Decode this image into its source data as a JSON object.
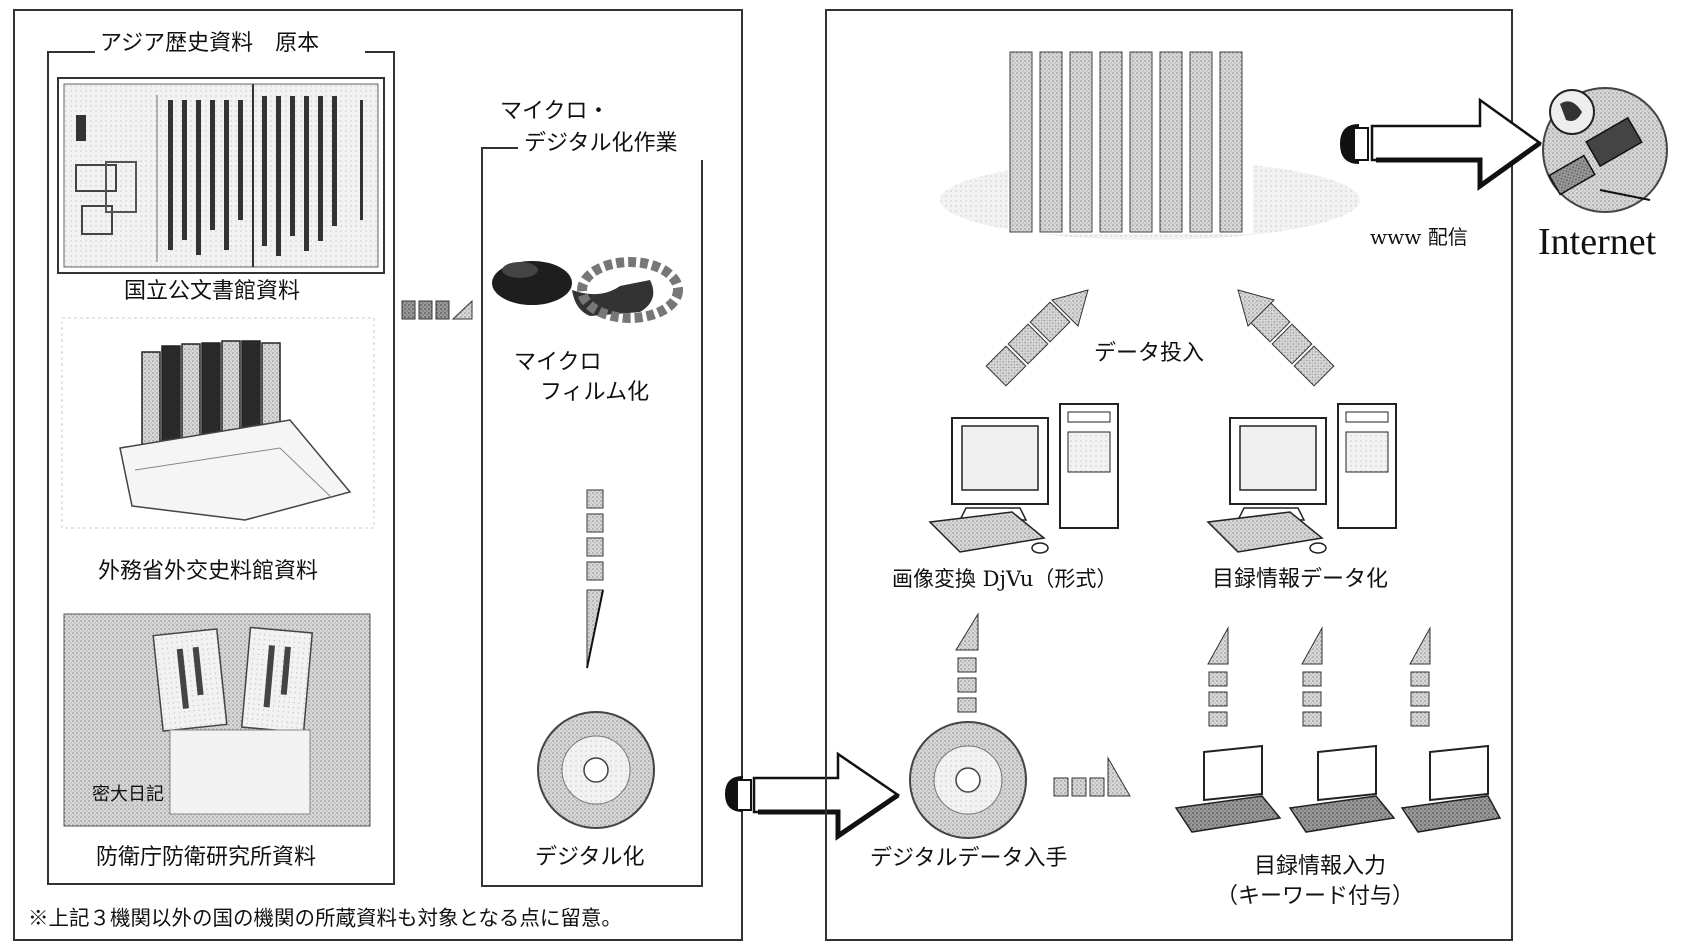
{
  "left_panel": {
    "header": "アジア歴史資料　原本",
    "sources": [
      {
        "label": "国立公文書館資料"
      },
      {
        "label": "外務省外交史料館資料"
      },
      {
        "label": "防衛庁防衛研究所資料",
        "photo_caption": "密大日記"
      }
    ],
    "note": "※上記３機関以外の国の機関の所蔵資料も対象となる点に留意。"
  },
  "process_box": {
    "title_line1": "マイクロ・",
    "title_line2": "デジタル化作業",
    "step1_line1": "マイクロ",
    "step1_line2": "フィルム化",
    "step2": "デジタル化"
  },
  "right_panel": {
    "www_label": "www 配信",
    "internet_label": "Internet",
    "data_input_label": "データ投入",
    "image_conversion_label": "画像変換 DjVu（形式）",
    "catalog_data_label": "目録情報データ化",
    "digital_data_label": "デジタルデータ入手",
    "catalog_input_line1": "目録情報入力",
    "catalog_input_line2": "（キーワード付与）"
  }
}
